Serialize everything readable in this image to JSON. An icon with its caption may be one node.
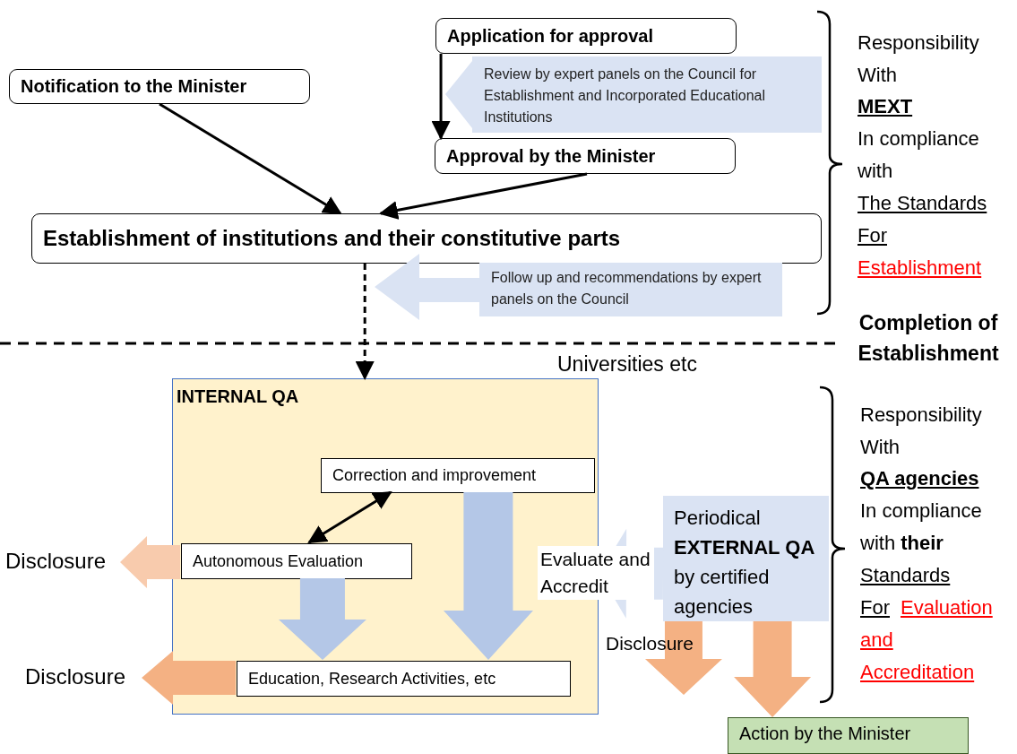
{
  "diagram": {
    "nodes": [
      {
        "text": [
          "Application for approval"
        ]
      },
      {
        "text": [
          "Review by expert panels on the Council for Establishment and  Incorporated Educational Institutions"
        ]
      },
      {
        "text": [
          "Notification to the Minister"
        ]
      },
      {
        "text": [
          "Approval by the Minister"
        ]
      },
      {
        "text": [
          "Establishment of institutions and their constitutive parts"
        ]
      },
      {
        "text": [
          "Follow up and recommendations by expert panels on the Council"
        ]
      },
      {
        "text": [
          "INTERNAL QA"
        ]
      },
      {
        "text": [
          "Correction and improvement"
        ],
        "in": 6
      },
      {
        "text": [
          "Autonomous Evaluation"
        ],
        "in": 6
      },
      {
        "text": [
          "Education, Research Activities, etc"
        ],
        "in": 6
      },
      {
        "text": [
          "Periodical **EXTERNAL QA** by certified agencies"
        ]
      },
      {
        "text": [
          "Action by the Minister"
        ]
      },
      {
        "text": [
          "Disclosure"
        ]
      },
      {
        "text": [
          "Disclosure"
        ]
      }
    ],
    "edges": [
      {
        "from": 0,
        "to": 3,
        "arrow": "to"
      },
      {
        "from": 2,
        "to": 4,
        "arrow": "to"
      },
      {
        "from": 3,
        "to": 4,
        "arrow": "to"
      },
      {
        "from": 4,
        "to": 6,
        "arrow": "to",
        "style": "dashed"
      },
      {
        "from": 7,
        "to": 8,
        "arrow": "both"
      },
      {
        "from": 8,
        "to": 9,
        "arrow": "to",
        "style": "thick",
        "color": "#b4c7e7"
      },
      {
        "from": 7,
        "to": 9,
        "arrow": "to",
        "style": "thick",
        "color": "#b4c7e7"
      },
      {
        "from": 8,
        "to": 12,
        "arrow": "to",
        "style": "thick",
        "color": "#f8cbad"
      },
      {
        "from": 9,
        "to": 13,
        "arrow": "to",
        "style": "thick",
        "color": "#f4b183"
      },
      {
        "from": 10,
        "to": 6,
        "arrow": "to",
        "label": "Evaluate and Accredit",
        "style": "thick",
        "color": "#dae3f3"
      },
      {
        "from": 10,
        "to": null,
        "arrow": "to",
        "label": "Disclosure",
        "style": "thick",
        "color": "#f4b183"
      },
      {
        "from": 10,
        "to": 11,
        "arrow": "to",
        "style": "thick",
        "color": "#f4b183"
      }
    ],
    "labels": [
      "Responsibility With",
      "MEXT",
      "In compliance with",
      "The Standards For",
      "Establishment",
      "Completion of Establishment",
      "Universities etc",
      "Responsibility With",
      "QA agencies",
      "In compliance with **their**",
      "Standards For",
      "Evaluation and Accreditation"
    ]
  }
}
